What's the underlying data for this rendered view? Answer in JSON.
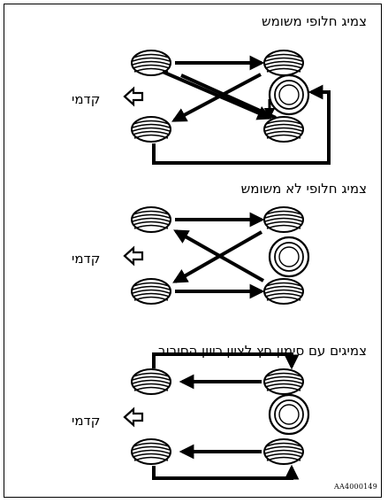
{
  "sections": [
    {
      "heading": "צמיג חלופי משומש",
      "front_label": "קדמי"
    },
    {
      "heading": "צמיג חלופי לא משומש",
      "front_label": "קדמי"
    },
    {
      "heading": "צמיגים עם סימון חץ לציון כיוון הסיבוב",
      "front_label": "קדמי"
    }
  ],
  "figure_code": "AA4000149"
}
